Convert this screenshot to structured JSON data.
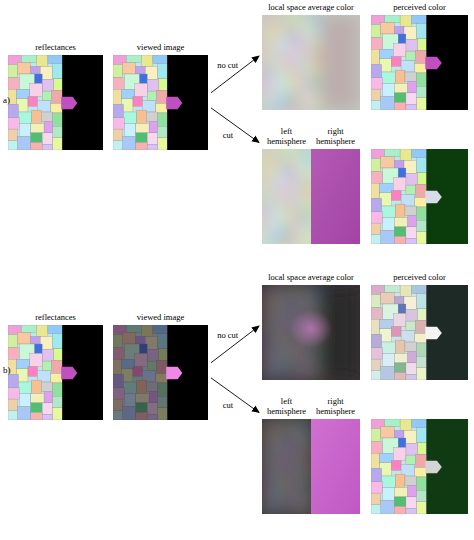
{
  "diagram": {
    "nodes": [
      {
        "text": [
          "reflectances"
        ]
      },
      {
        "text": [
          "viewed image"
        ]
      },
      {
        "text": [
          "local space average color"
        ]
      },
      {
        "text": [
          "perceived color"
        ]
      },
      {
        "text": [
          "left hemisphere",
          "right hemisphere"
        ]
      },
      {
        "text": [
          "reflectances"
        ]
      },
      {
        "text": [
          "viewed image"
        ]
      },
      {
        "text": [
          "local space average color"
        ]
      },
      {
        "text": [
          "perceived color"
        ]
      },
      {
        "text": [
          "left hemisphere",
          "right hemisphere"
        ]
      }
    ],
    "edges": [
      {
        "from": 1,
        "to": 2,
        "label": "no cut",
        "arrow": "to"
      },
      {
        "from": 1,
        "to": 4,
        "label": "cut",
        "arrow": "to"
      },
      {
        "from": 6,
        "to": 7,
        "label": "no cut",
        "arrow": "to"
      },
      {
        "from": 6,
        "to": 9,
        "label": "cut",
        "arrow": "to"
      }
    ],
    "labels": [
      "a)",
      "b)"
    ]
  }
}
